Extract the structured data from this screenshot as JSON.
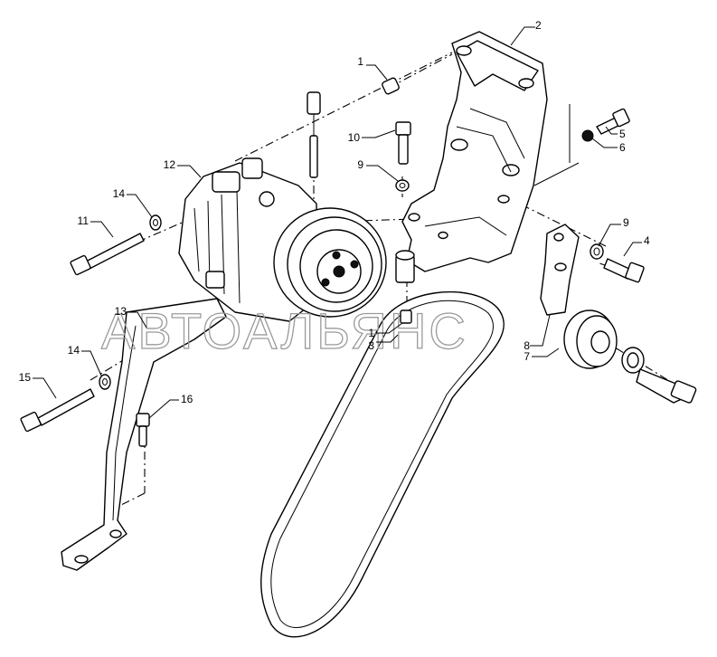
{
  "watermark": "АВТОАЛЬЯНС",
  "callouts": [
    "1",
    "2",
    "3",
    "4",
    "5",
    "6",
    "7",
    "8",
    "9",
    "10",
    "11",
    "12",
    "13",
    "14",
    "15",
    "16"
  ],
  "callout_1b": "1",
  "callout_9b": "9",
  "callout_14b": "14"
}
